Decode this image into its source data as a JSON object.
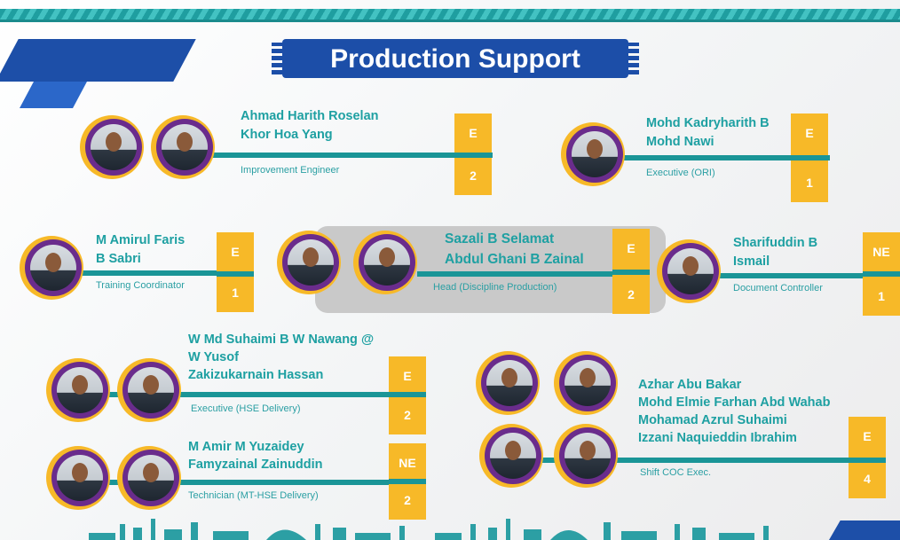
{
  "title": "Production Support",
  "groups": [
    {
      "names": [
        "Ahmad Harith Roselan",
        "Khor Hoa Yang"
      ],
      "role": "Improvement Engineer",
      "code": "E",
      "count": "2"
    },
    {
      "names": [
        "Mohd Kadryharith B",
        "Mohd Nawi"
      ],
      "role": "Executive (ORI)",
      "code": "E",
      "count": "1"
    },
    {
      "names": [
        "M Amirul Faris",
        "B Sabri"
      ],
      "role": "Training Coordinator",
      "code": "E",
      "count": "1"
    },
    {
      "names": [
        "Sazali B Selamat",
        "Abdul Ghani B Zainal"
      ],
      "role": "Head (Discipline Production)",
      "code": "E",
      "count": "2"
    },
    {
      "names": [
        "Sharifuddin B",
        "Ismail"
      ],
      "role": "Document Controller",
      "code": "NE",
      "count": "1"
    },
    {
      "names": [
        "W Md Suhaimi B W Nawang @",
        "W Yusof",
        "Zakizukarnain Hassan"
      ],
      "role": "Executive  (HSE Delivery)",
      "code": "E",
      "count": "2"
    },
    {
      "names": [
        "M Amir M Yuzaidey",
        "Famyzainal Zainuddin"
      ],
      "role": "Technician (MT-HSE Delivery)",
      "code": "NE",
      "count": "2"
    },
    {
      "names": [
        "Azhar Abu Bakar",
        "Mohd Elmie Farhan Abd Wahab",
        "Mohamad Azrul Suhaimi",
        "Izzani Naquieddin Ibrahim"
      ],
      "role": "Shift COC Exec.",
      "code": "E",
      "count": "4"
    }
  ],
  "colors": {
    "teal": "#1ea0a2",
    "yellow": "#f7b928",
    "purple": "#6a2c8c",
    "blue": "#1c4ea8"
  }
}
